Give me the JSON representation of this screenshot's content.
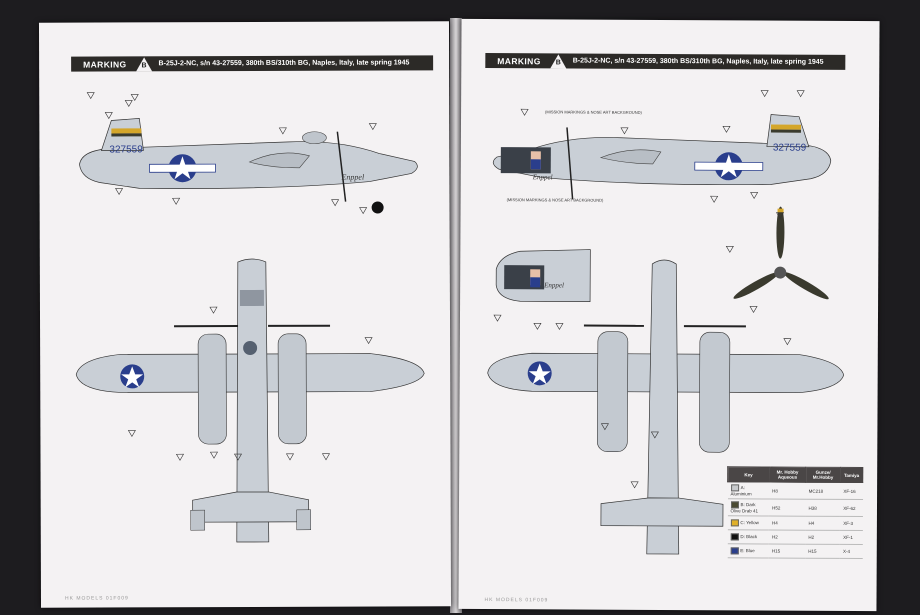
{
  "left": {
    "marking_label": "MARKING",
    "marking_letter": "B",
    "title": "B-25J-2-NC, s/n 43-27559, 380th BS/310th BG, Naples, Italy, late spring 1945",
    "serial": "327559",
    "nose_art": "Enppel",
    "footer": "HK MODELS 01F009"
  },
  "right": {
    "marking_label": "MARKING",
    "marking_letter": "B",
    "title": "B-25J-2-NC, s/n 43-27559, 380th BS/310th BG, Naples, Italy, late spring 1945",
    "serial": "327559",
    "nose_art": "Enppel",
    "nose_note_1": "(MISSION MARKINGS & NOSE ART BACKGROUND)",
    "nose_note_2": "(MISSION MARKINGS & NOSE ART BACKGROUND)",
    "footer": "HK MODELS 01F009",
    "table": {
      "headers": [
        "Key",
        "Mr. Hobby Aqueous",
        "Gunze/ Mr.Hobby",
        "Tamiya"
      ],
      "rows": [
        {
          "key": "A: Aluminium",
          "c1": "H8",
          "c2": "MC218",
          "c3": "XF-16",
          "color": "#c7c9cc"
        },
        {
          "key": "B: Dark Olive Drab 41",
          "c1": "H52",
          "c2": "H38",
          "c3": "XF-62",
          "color": "#4a4a32"
        },
        {
          "key": "C: Yellow",
          "c1": "H4",
          "c2": "H4",
          "c3": "XF-3",
          "color": "#e0b028"
        },
        {
          "key": "D: Black",
          "c1": "H2",
          "c2": "H2",
          "c3": "XF-1",
          "color": "#111111"
        },
        {
          "key": "E: Blue",
          "c1": "H15",
          "c2": "H15",
          "c3": "X-4",
          "color": "#2a3e8c"
        }
      ]
    }
  }
}
